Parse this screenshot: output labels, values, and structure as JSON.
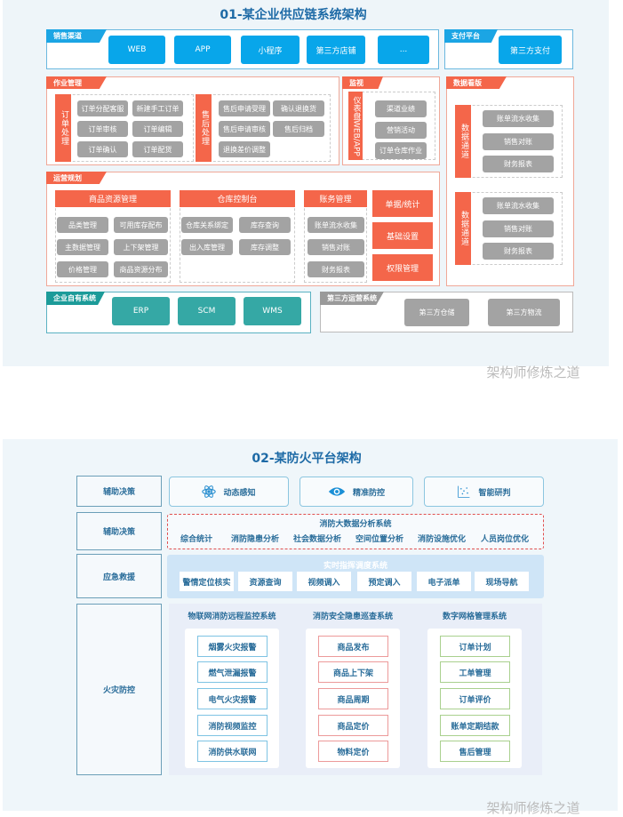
{
  "s1": {
    "title": "01-某企业供应链系统架构",
    "sales": {
      "label": "销售渠道",
      "items": [
        "WEB",
        "APP",
        "小程序",
        "第三方店铺",
        "..."
      ]
    },
    "pay": {
      "label": "支付平台",
      "items": [
        "第三方支付"
      ]
    },
    "ops": {
      "label": "作业管理",
      "order": {
        "label": "订单处理",
        "items": [
          "订单分配客服",
          "新建手工订单",
          "订单审核",
          "订单编辑",
          "订单确认",
          "订单配货"
        ]
      },
      "after": {
        "label": "售后处理",
        "items": [
          "售后申请受理",
          "确认退换货",
          "售后申请审核",
          "售后归档",
          "退换差价调整"
        ]
      }
    },
    "monitor": {
      "label": "监视",
      "side": "仪表盘WEB/APP",
      "items": [
        "渠道业绩",
        "营销活动",
        "订单仓库作业"
      ]
    },
    "board": {
      "label": "数据看版",
      "ch1": {
        "label": "数据通道",
        "items": [
          "账单流水收集",
          "销售对账",
          "财务报表"
        ]
      },
      "ch2": {
        "label": "数据通道",
        "items": [
          "账单流水收集",
          "销售对账",
          "财务报表"
        ]
      }
    },
    "plan": {
      "label": "运营规划",
      "goods": {
        "title": "商品资源管理",
        "items": [
          "品类管理",
          "可用库存配布",
          "主数据管理",
          "上下架管理",
          "价格管理",
          "商品资源分布"
        ]
      },
      "wh": {
        "title": "仓库控制台",
        "items": [
          "仓库关系绑定",
          "库存查询",
          "出入库管理",
          "库存调整"
        ]
      },
      "acct": {
        "title": "账务管理",
        "items": [
          "账单流水收集",
          "销售对账",
          "财务报表"
        ]
      },
      "side": [
        "单据/统计",
        "基础设置",
        "权限管理"
      ]
    },
    "own": {
      "label": "企业自有系统",
      "items": [
        "ERP",
        "SCM",
        "WMS"
      ]
    },
    "third": {
      "label": "第三方运营系统",
      "items": [
        "第三方仓储",
        "第三方物流"
      ]
    },
    "watermark": "架构师修炼之道"
  },
  "s2": {
    "title": "02-某防火平台架构",
    "rows": [
      "辅助决策",
      "辅助决策",
      "应急救援",
      "火灾防控"
    ],
    "sense": [
      {
        "label": "动态感知",
        "icon": "atom-icon"
      },
      {
        "label": "精准防控",
        "icon": "eye-icon"
      },
      {
        "label": "智能研判",
        "icon": "scatter-chart-icon"
      }
    ],
    "bigdata": {
      "title": "消防大数据分析系统",
      "items": [
        "综合统计",
        "消防隐患分析",
        "社会数据分析",
        "空间位置分析",
        "消防设施优化",
        "人员岗位优化"
      ]
    },
    "dispatch": {
      "title": "实时指挥调度系统",
      "items": [
        "警情定位核实",
        "资源查询",
        "视频调入",
        "预定调入",
        "电子派单",
        "现场导航"
      ]
    },
    "fire": [
      {
        "title": "物联网消防远程监控系统",
        "items": [
          "烟雾火灾报警",
          "燃气泄漏报警",
          "电气火灾报警",
          "消防视频监控",
          "消防供水联网"
        ]
      },
      {
        "title": "消防安全隐患巡查系统",
        "items": [
          "商品发布",
          "商品上下架",
          "商品周期",
          "商品定价",
          "物料定价"
        ]
      },
      {
        "title": "数字网格管理系统",
        "items": [
          "订单计划",
          "工单管理",
          "订单评价",
          "账单定期结款",
          "售后管理"
        ]
      }
    ]
  }
}
